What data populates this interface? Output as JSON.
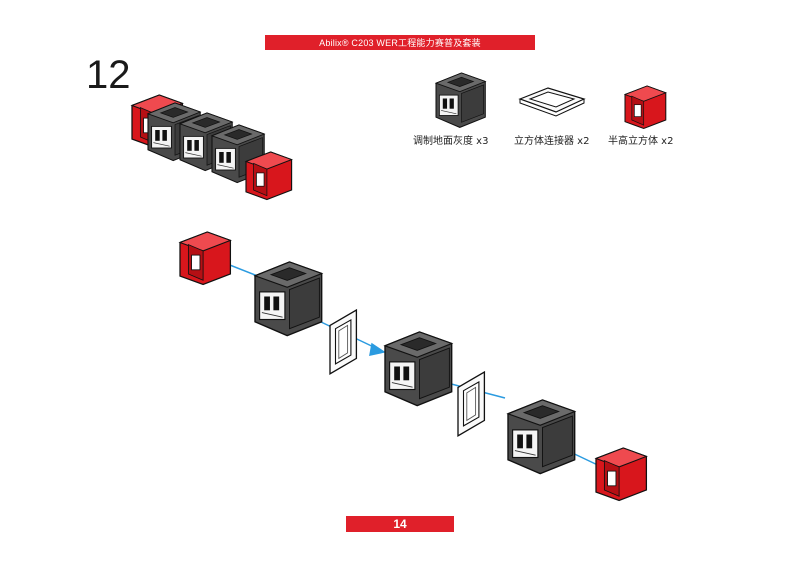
{
  "header": {
    "title": "Abilix® C203 WER工程能力赛普及套装"
  },
  "step": {
    "number": "12"
  },
  "parts": [
    {
      "icon": "gray-cube-icon",
      "label": "调制地面灰度 x3"
    },
    {
      "icon": "cube-connector-icon",
      "label": "立方体连接器 x2"
    },
    {
      "icon": "red-half-cube-icon",
      "label": "半高立方体 x2"
    }
  ],
  "footer": {
    "page_number": "14"
  },
  "colors": {
    "brand_red": "#e0202a",
    "part_red": "#d8161c",
    "part_gray": "#4a4a4a",
    "arrow_blue": "#2b9be0"
  }
}
